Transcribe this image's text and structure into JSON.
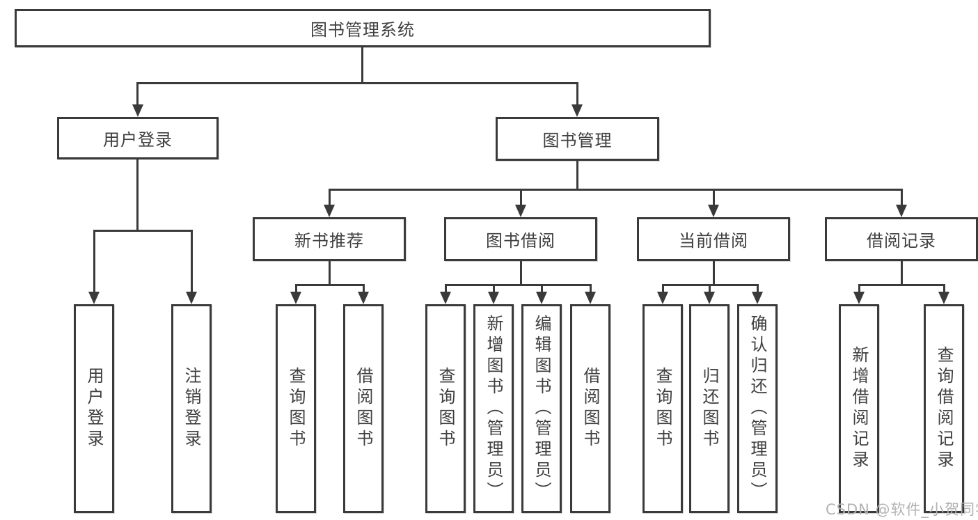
{
  "colors": {
    "line": "#3a3a3a",
    "text": "#3f3f3f",
    "bg": "#ffffff",
    "watermark": "#b2b2b2"
  },
  "watermark": {
    "text": "CSDN @软件_小贺同学"
  },
  "tree": {
    "root": {
      "label": "图书管理系统",
      "children": [
        {
          "label": "用户登录",
          "children": [
            {
              "label": "用户登录"
            },
            {
              "label": "注销登录"
            }
          ]
        },
        {
          "label": "图书管理",
          "children": [
            {
              "label": "新书推荐",
              "children": [
                {
                  "label": "查询图书"
                },
                {
                  "label": "借阅图书"
                }
              ]
            },
            {
              "label": "图书借阅",
              "children": [
                {
                  "label": "查询图书"
                },
                {
                  "label": "新增图书（管理员）"
                },
                {
                  "label": "编辑图书（管理员）"
                },
                {
                  "label": "借阅图书"
                }
              ]
            },
            {
              "label": "当前借阅",
              "children": [
                {
                  "label": "查询图书"
                },
                {
                  "label": "归还图书"
                },
                {
                  "label": "确认归还（管理员）"
                }
              ]
            },
            {
              "label": "借阅记录",
              "children": [
                {
                  "label": "新增借阅记录"
                },
                {
                  "label": "查询借阅记录"
                }
              ]
            }
          ]
        }
      ]
    }
  }
}
